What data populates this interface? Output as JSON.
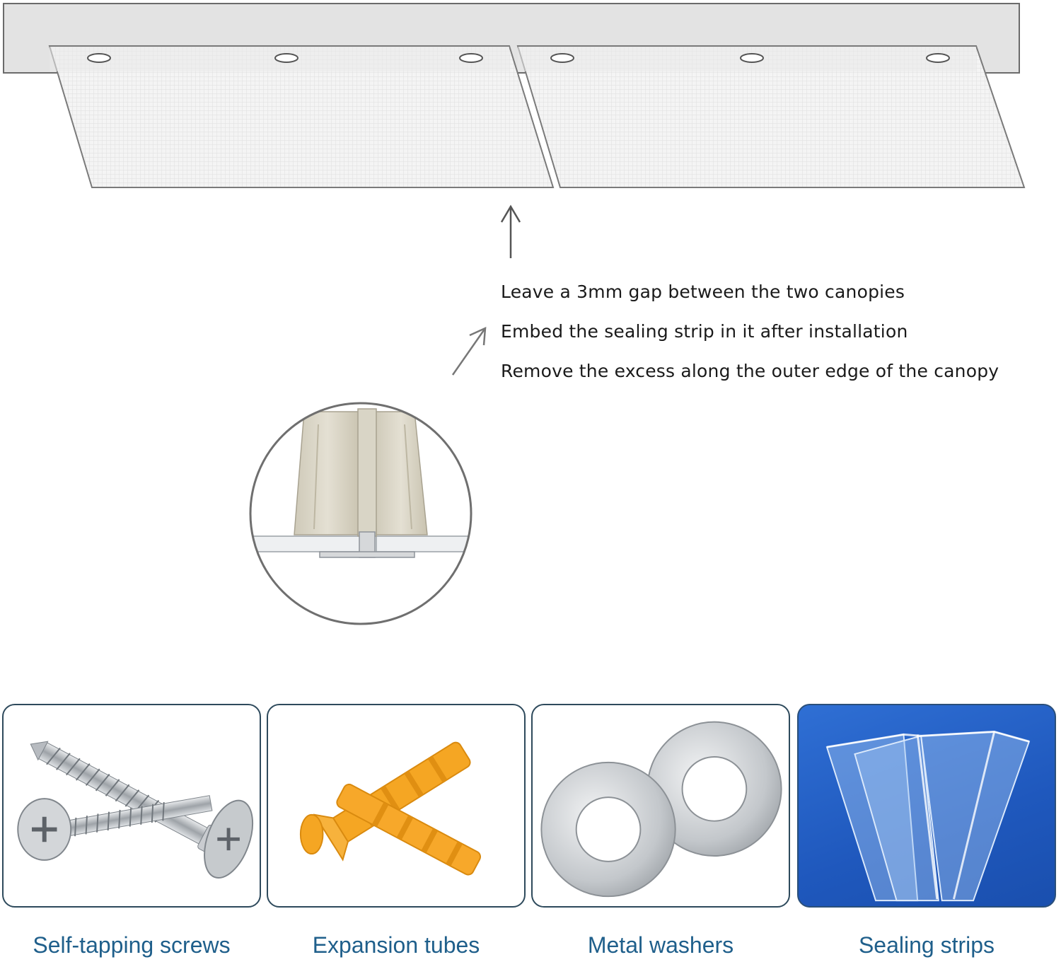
{
  "instructions": [
    "Leave a 3mm gap between the two canopies",
    "Embed the sealing strip in it after installation",
    "Remove the excess along the outer edge of the canopy"
  ],
  "accessories": [
    {
      "label": "Self-tapping screws",
      "icon": "screw-icon"
    },
    {
      "label": "Expansion tubes",
      "icon": "expansion-tube-icon"
    },
    {
      "label": "Metal washers",
      "icon": "washer-icon"
    },
    {
      "label": "Sealing strips",
      "icon": "sealing-strip-icon"
    }
  ],
  "colors": {
    "caption": "#1f5f8b",
    "card_border": "#2e4a5c",
    "expansion_tube": "#f5a623",
    "sealing_card_bg": "#2563c9"
  }
}
